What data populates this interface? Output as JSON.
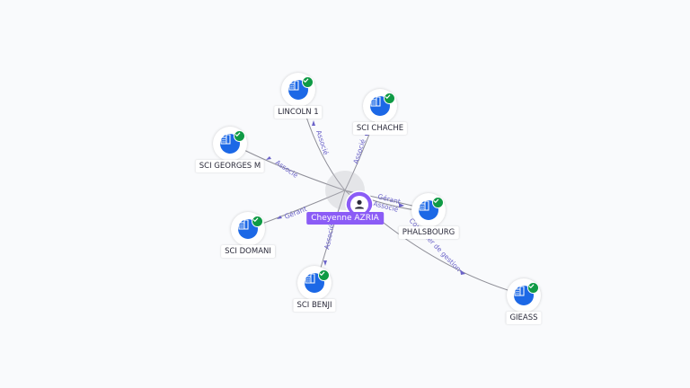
{
  "center": {
    "name": "Cheyenne AZRIA",
    "icon": "person-icon",
    "color": "#8b5cf6"
  },
  "companies": [
    {
      "name": "LINCOLN 1",
      "icon": "building-icon",
      "verified": true
    },
    {
      "name": "SCI CHACHE",
      "icon": "building-icon",
      "verified": true
    },
    {
      "name": "SCI GEORGES M",
      "icon": "building-icon",
      "verified": true
    },
    {
      "name": "SCI DOMANI",
      "icon": "building-icon",
      "verified": true
    },
    {
      "name": "SCI BENJI",
      "icon": "building-icon",
      "verified": true
    },
    {
      "name": "PHALSBOURG",
      "icon": "building-icon",
      "verified": true
    },
    {
      "name": "GIEASS",
      "icon": "building-icon",
      "verified": true
    }
  ],
  "relations": [
    {
      "label": "Associé"
    },
    {
      "label": "Associé"
    },
    {
      "label": "Associé"
    },
    {
      "label": "Gérant"
    },
    {
      "label": "Associé"
    },
    {
      "label": "Gérant"
    },
    {
      "label": "Associé"
    },
    {
      "label": "Conseiller de gestion"
    }
  ],
  "colors": {
    "company": "#1c68e6",
    "verified": "#0f9a45",
    "edge_label": "#6b63c9",
    "center_label_bg": "#8b5cf6"
  }
}
